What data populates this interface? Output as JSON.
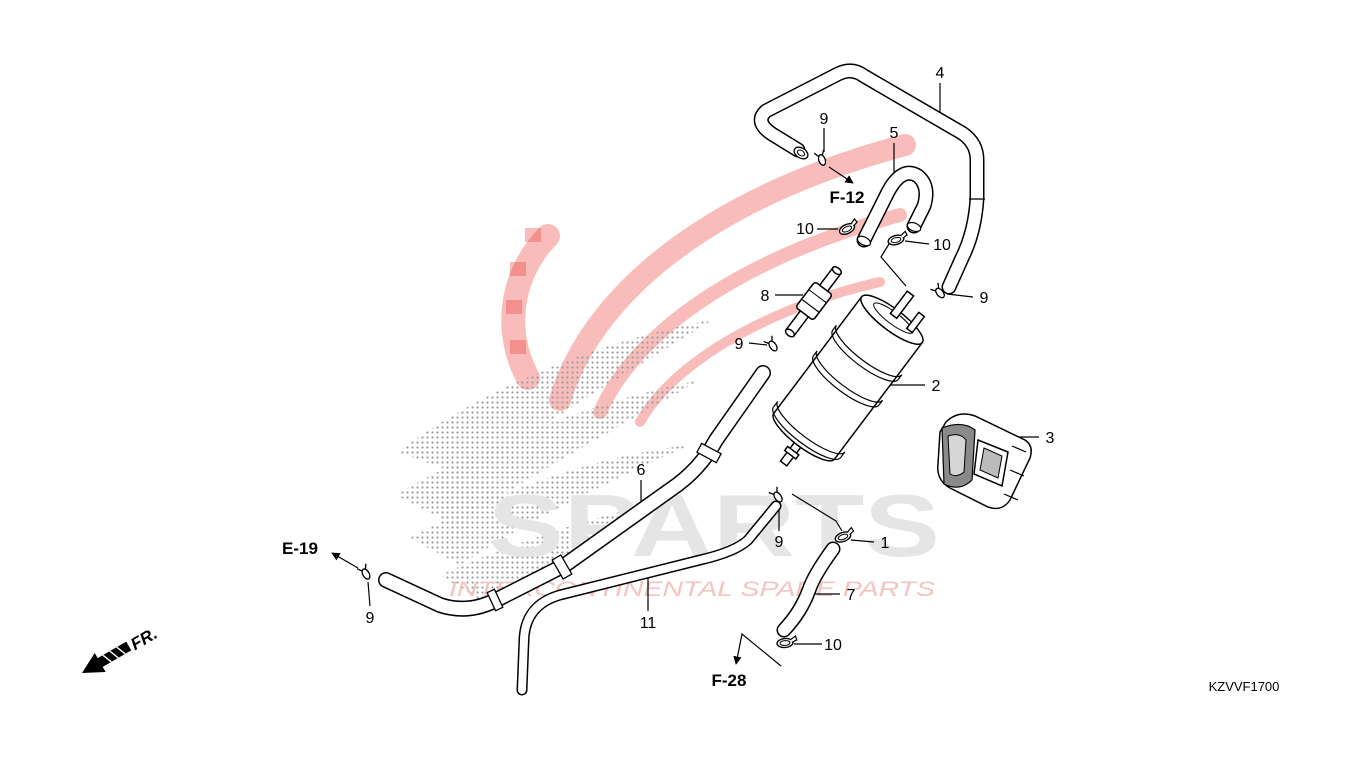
{
  "diagram": {
    "code": "KZVVF1700",
    "direction": "FR.",
    "refs": {
      "f12": "F-12",
      "e19": "E-19",
      "f28": "F-28"
    },
    "callouts": [
      "4",
      "9",
      "5",
      "10",
      "10",
      "8",
      "9",
      "9",
      "2",
      "3",
      "6",
      "9",
      "1",
      "7",
      "9",
      "11",
      "10"
    ]
  },
  "watermark": {
    "brand": "SPARTS",
    "tagline": "INTERCONTINENTAL SPARE PARTS"
  },
  "colors": {
    "line": "#000000",
    "watermark_red": "#e8332a",
    "watermark_gray": "#9a9a9a"
  }
}
